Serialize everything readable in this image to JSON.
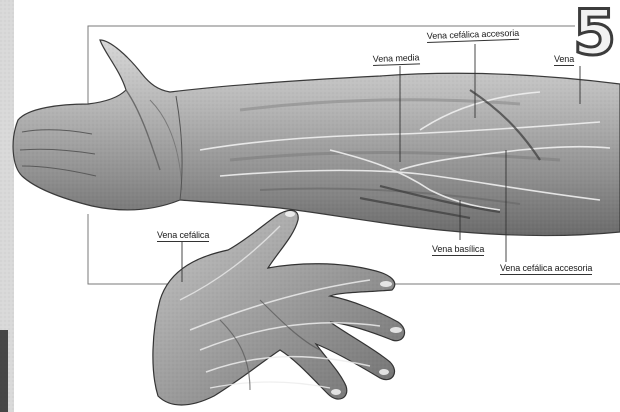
{
  "figure": {
    "plate_number": "5",
    "labels": {
      "vena_cefalica_accesoria_top": "Vena cefálica accesoria",
      "vena_media": "Vena media",
      "vena_cut": "Vena",
      "vena_cefalica": "Vena cefálica",
      "vena_basilica": "Vena basílica",
      "vena_cefalica_accesoria_bottom": "Vena cefálica accesoria"
    }
  },
  "colors": {
    "skin_light": "#c9c9c9",
    "skin_dark": "#6e6e6e",
    "vein": "#4a4a4a",
    "leader_line": "#333333",
    "frame": "#7a7a7a"
  }
}
